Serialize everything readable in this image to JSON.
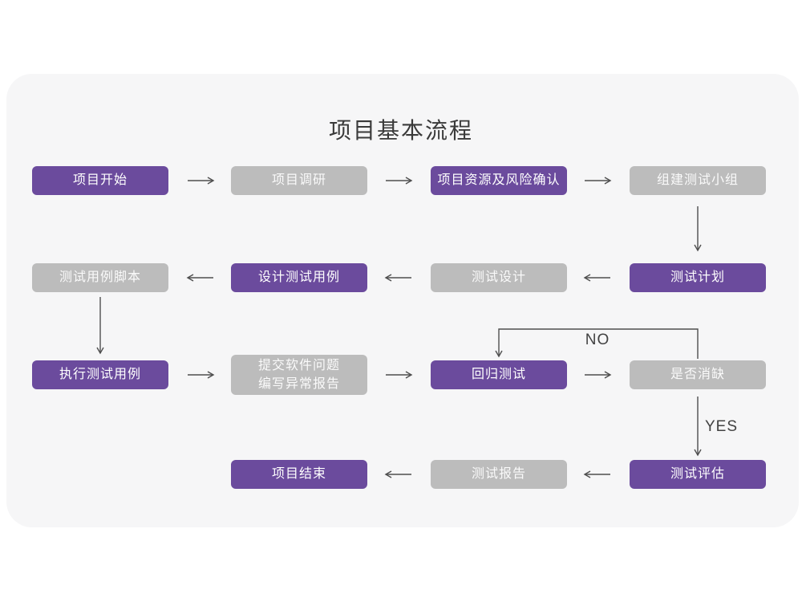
{
  "title": "项目基本流程",
  "colors": {
    "accent_purple": "#6b4b9d",
    "box_gray": "#bcbcbc",
    "card_background": "#f6f6f7",
    "arrow": "#4f4f4f"
  },
  "flow": {
    "nodes": [
      {
        "label": "项目开始",
        "variant": "purple"
      },
      {
        "label": "项目调研",
        "variant": "gray"
      },
      {
        "label": "项目资源及风险确认",
        "variant": "purple"
      },
      {
        "label": "组建测试小组",
        "variant": "gray"
      },
      {
        "label": "测试用例脚本",
        "variant": "gray"
      },
      {
        "label": "设计测试用例",
        "variant": "purple"
      },
      {
        "label": "测试设计",
        "variant": "gray"
      },
      {
        "label": "测试计划",
        "variant": "purple"
      },
      {
        "label": "执行测试用例",
        "variant": "purple"
      },
      {
        "label": "提交软件问题\n编写异常报告",
        "variant": "gray"
      },
      {
        "label": "回归测试",
        "variant": "purple"
      },
      {
        "label": "是否消缺",
        "variant": "gray"
      },
      {
        "label": "项目结束",
        "variant": "purple"
      },
      {
        "label": "测试报告",
        "variant": "gray"
      },
      {
        "label": "测试评估",
        "variant": "purple"
      }
    ],
    "branch_labels": {
      "no": "NO",
      "yes": "YES"
    }
  }
}
